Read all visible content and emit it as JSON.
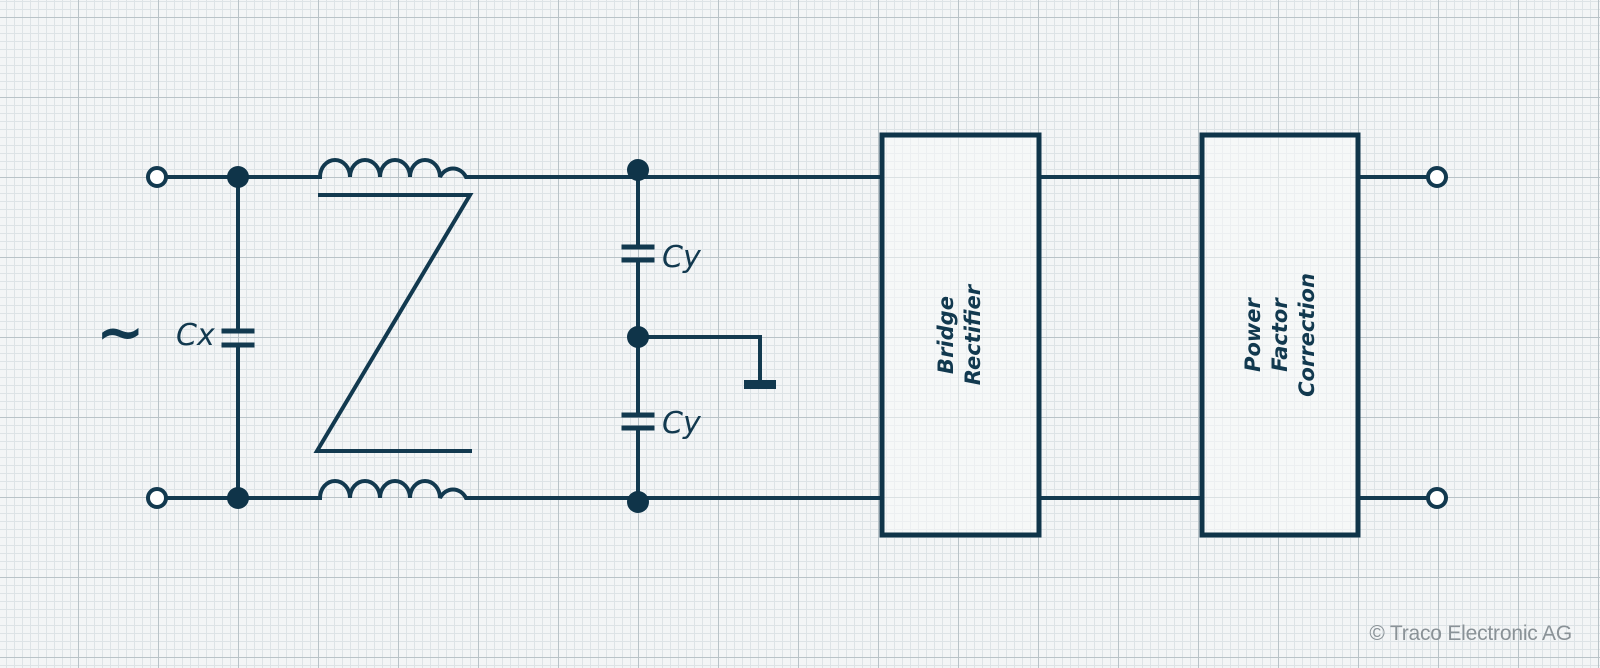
{
  "diagram": {
    "source_symbol": "~",
    "labels": {
      "cx": "Cx",
      "cy_top": "Cy",
      "cy_bottom": "Cy"
    },
    "blocks": {
      "bridge_rectifier": {
        "line1": "Bridge",
        "line2": "Rectifier"
      },
      "pfc": {
        "line1": "Power",
        "line2": "Factor",
        "line3": "Correction"
      }
    }
  },
  "copyright": "© Traco Electronic AG",
  "colors": {
    "ink": "#12394f",
    "grid_major": "#b9c3c8",
    "grid_minor": "#dde3e6",
    "paper": "#f3f5f6"
  }
}
